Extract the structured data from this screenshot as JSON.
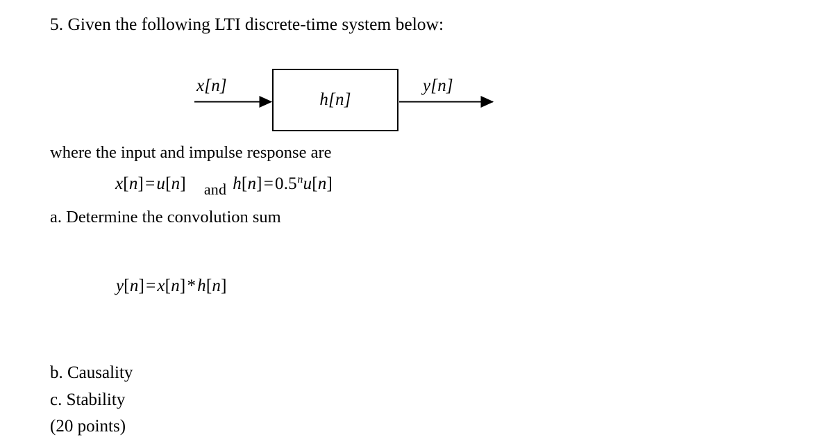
{
  "document": {
    "background_color": "#ffffff",
    "text_color": "#000000",
    "question_number": "5.",
    "title": "5. Given the following LTI discrete-time system below:",
    "where_line": "where the input and impulse response are",
    "part_a": "a. Determine the convolution sum",
    "part_b": "b. Causality",
    "part_c": "c. Stability",
    "points": "(20 points)"
  },
  "diagram": {
    "input_label": "x[n]",
    "block_label": "h[n]",
    "output_label": "y[n]",
    "input_arrow_name": "input-arrow",
    "output_arrow_name": "output-arrow"
  },
  "equations": {
    "input_def": {
      "lhs_var": "x",
      "lhs_open": "[",
      "lhs_index": "n",
      "lhs_close": "]",
      "equals": "=",
      "rhs_var": "u",
      "rhs_open": "[",
      "rhs_index": "n",
      "rhs_close": "]",
      "plain": "x[n] = u[n]"
    },
    "conjunction": "and",
    "impulse_def": {
      "lhs_var": "h",
      "lhs_open": "[",
      "lhs_index": "n",
      "lhs_close": "]",
      "equals": "=",
      "base": "0.5",
      "exponent": "n",
      "rhs_var": "u",
      "rhs_open": "[",
      "rhs_index": "n",
      "rhs_close": "]",
      "plain": "h[n] = 0.5^n u[n]"
    },
    "convolution": {
      "lhs_var": "y",
      "lhs_open": "[",
      "lhs_index": "n",
      "lhs_close": "]",
      "equals": "=",
      "x_var": "x",
      "x_open": "[",
      "x_index": "n",
      "x_close": "]",
      "conv_op": "*",
      "h_var": "h",
      "h_open": "[",
      "h_index": "n",
      "h_close": "]",
      "plain": "y[n] = x[n] * h[n]"
    }
  }
}
